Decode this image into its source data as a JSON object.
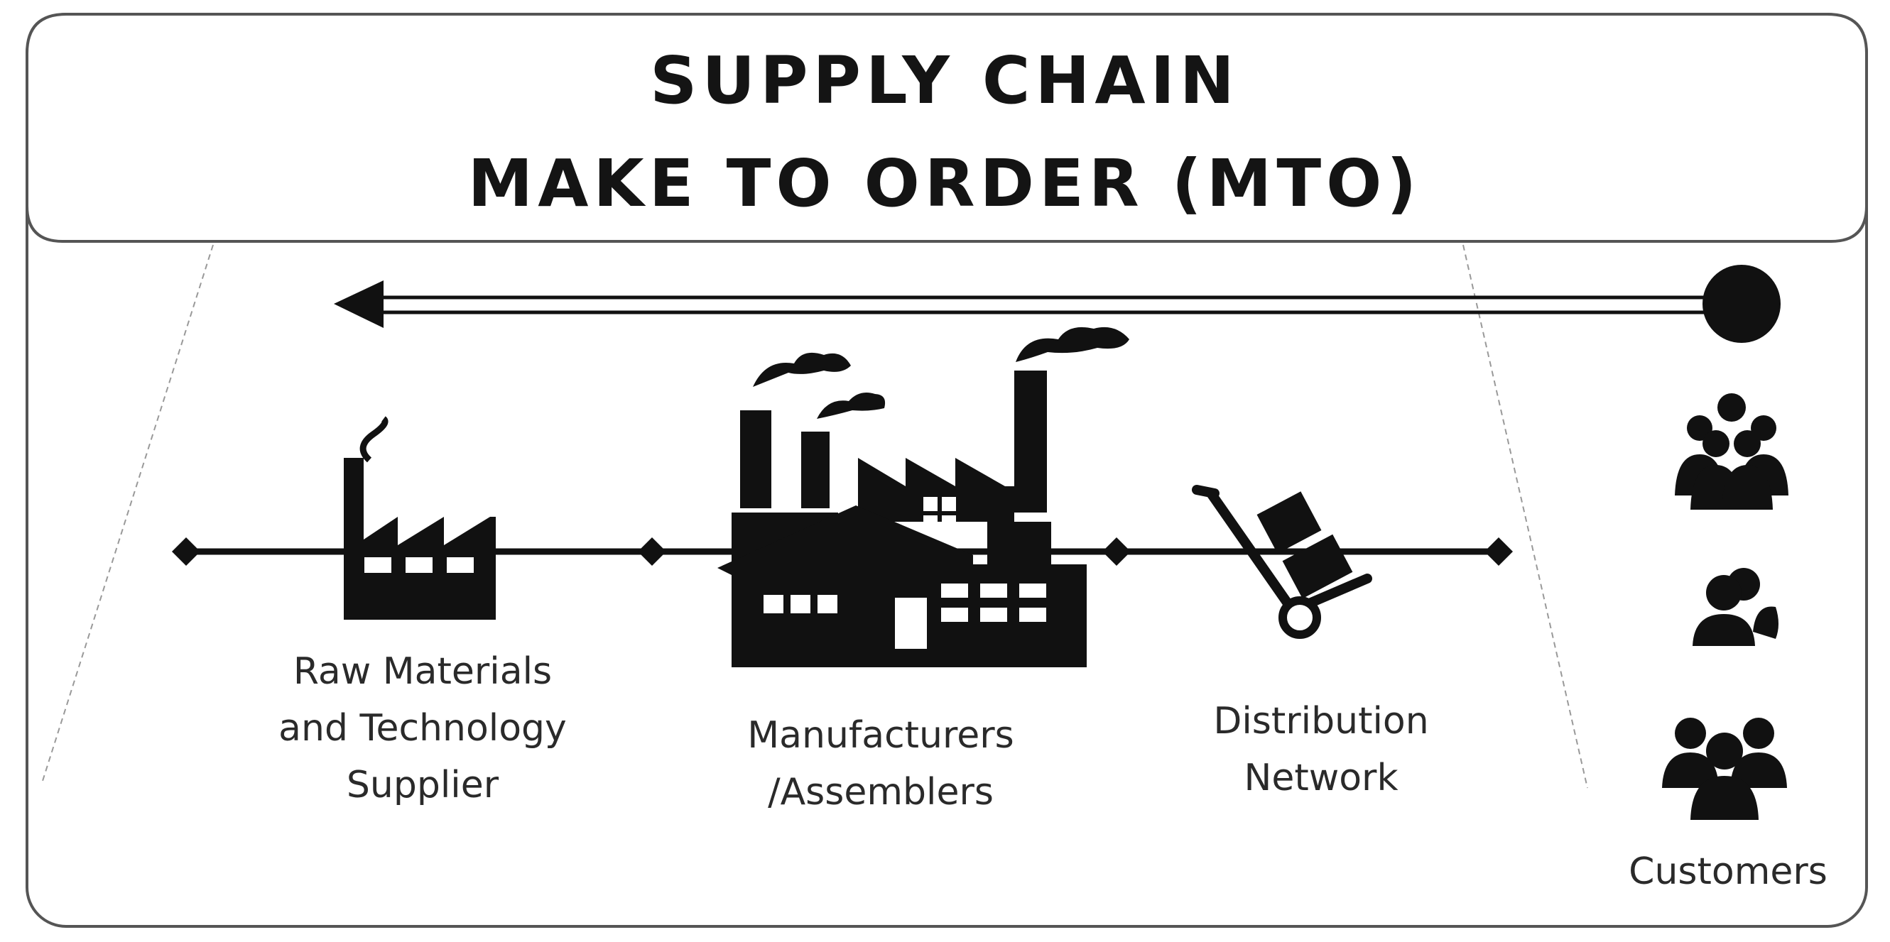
{
  "title": {
    "line1": "SUPPLY CHAIN",
    "line2": "MAKE TO ORDER (MTO)"
  },
  "stages": [
    {
      "id": "raw-materials",
      "label_lines": [
        "Raw Materials",
        "and Technology",
        "Supplier"
      ],
      "icon": "small-factory-icon"
    },
    {
      "id": "manufacturers",
      "label_lines": [
        "Manufacturers",
        "/Assemblers"
      ],
      "icon": "large-factory-icon"
    },
    {
      "id": "distribution",
      "label_lines": [
        "Distribution",
        "Network"
      ],
      "icon": "hand-truck-icon"
    },
    {
      "id": "customers",
      "label_lines": [
        "Customers"
      ],
      "icon": "customer-groups-icon"
    }
  ],
  "flow_direction": "customer-to-supplier",
  "colors": {
    "ink": "#111111",
    "frame": "#555555",
    "text": "#2a2a2a"
  }
}
